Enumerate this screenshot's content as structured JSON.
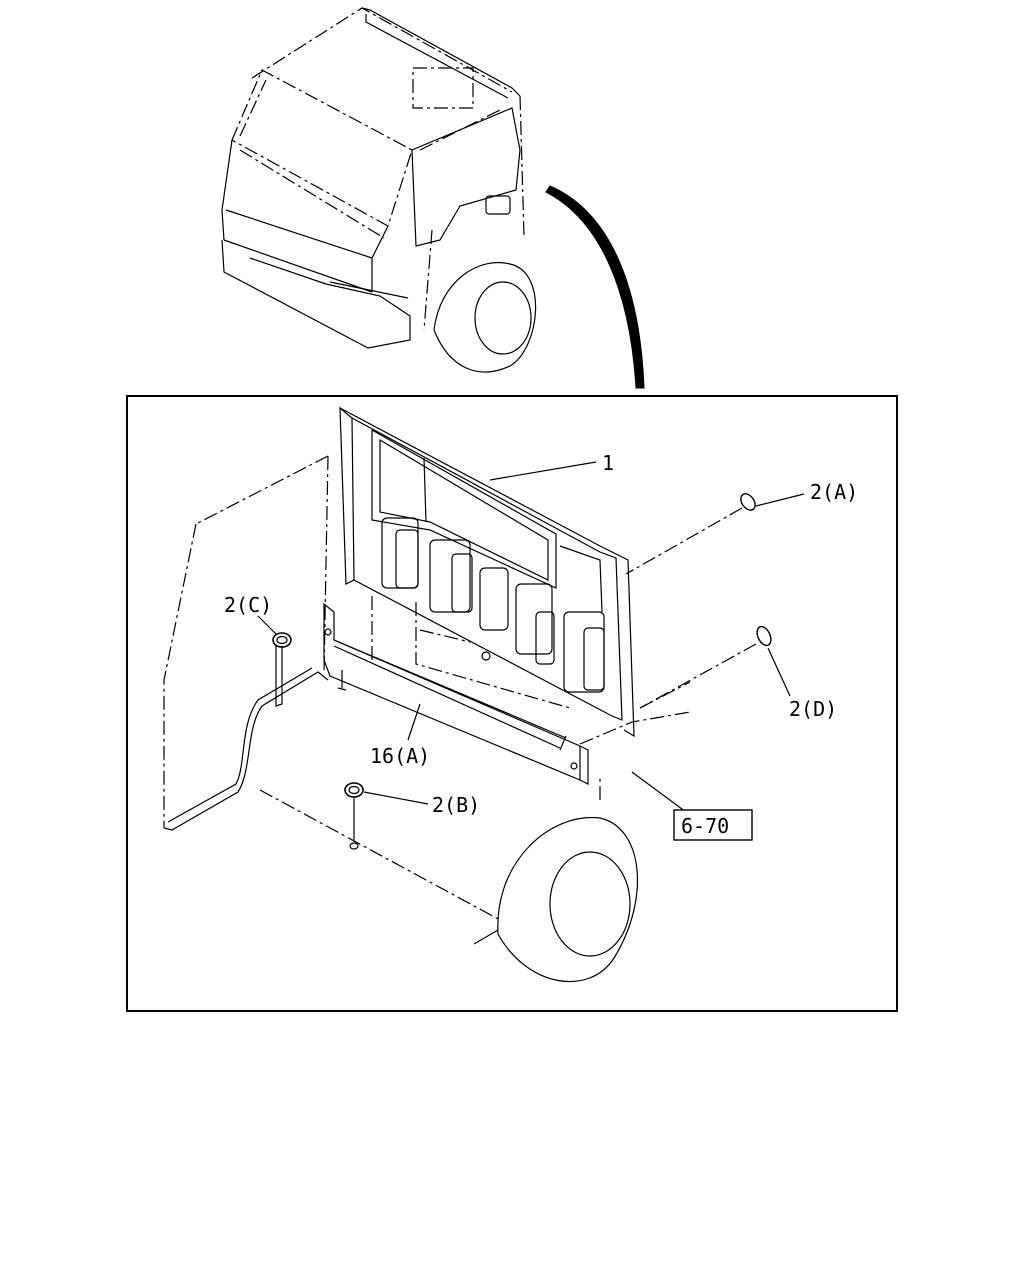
{
  "callouts": {
    "part_1": "1",
    "part_2a": "2(A)",
    "part_2b": "2(B)",
    "part_2c": "2(C)",
    "part_2d": "2(D)",
    "part_16a": "16(A)",
    "ref_page": "6-70"
  }
}
